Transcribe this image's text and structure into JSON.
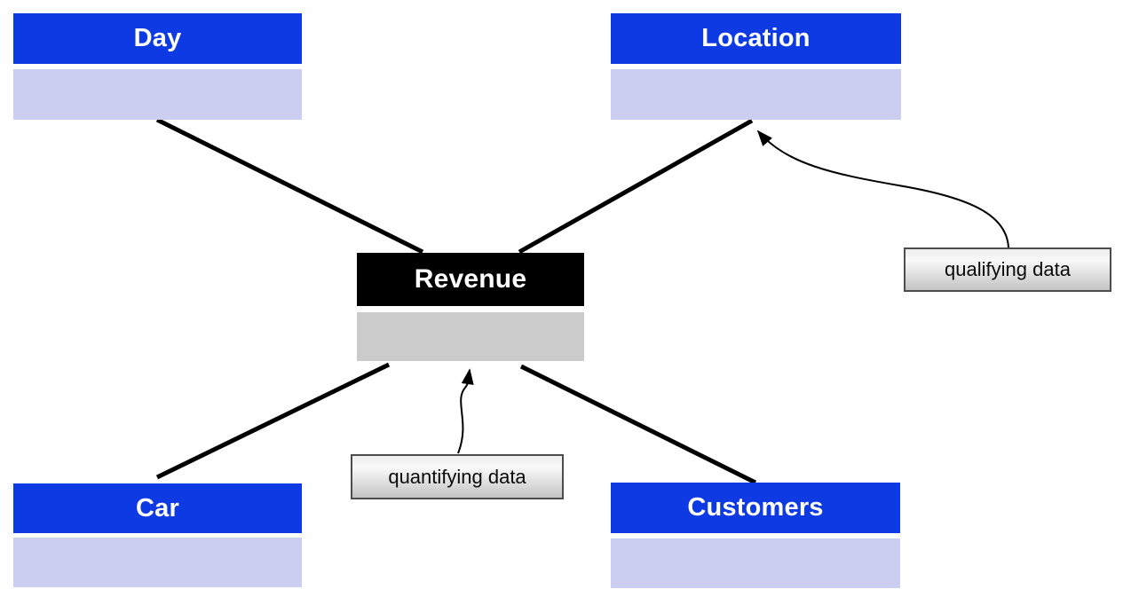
{
  "diagram": {
    "fact_table": {
      "label": "Revenue"
    },
    "dimension_tables": [
      {
        "label": "Day"
      },
      {
        "label": "Location"
      },
      {
        "label": "Car"
      },
      {
        "label": "Customers"
      }
    ],
    "callouts": [
      {
        "label": "qualifying data",
        "points_to": "Location"
      },
      {
        "label": "quantifying data",
        "points_to": "Revenue"
      }
    ],
    "colors": {
      "dimension_header_bg": "#0d3ae3",
      "dimension_body_bg": "#cbcef1",
      "fact_header_bg": "#000000",
      "fact_body_bg": "#cbcbcb",
      "header_text": "#ffffff",
      "connector_line": "#000000",
      "callout_border": "#4d4d4d",
      "callout_text": "#0a0a0a"
    }
  }
}
